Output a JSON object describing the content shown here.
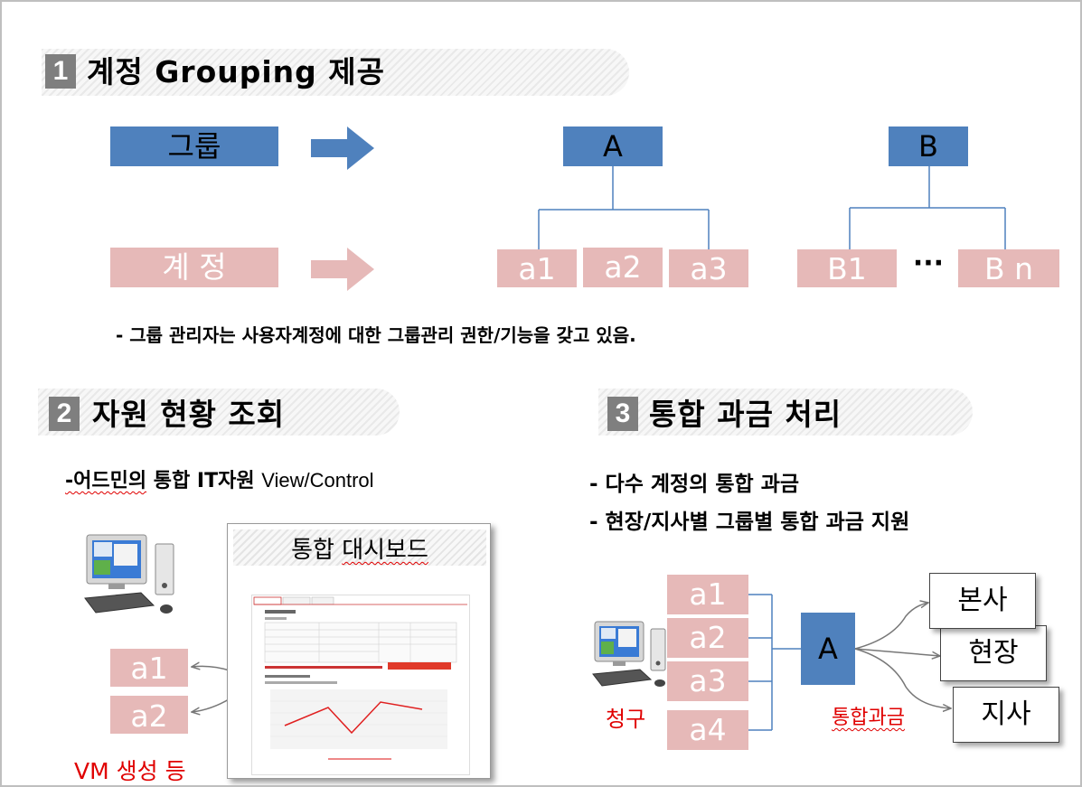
{
  "section1": {
    "num": "1",
    "title": "계정 Grouping  제공",
    "group_label": "그룹",
    "account_label": "계 정",
    "groups": [
      {
        "name": "A",
        "members": [
          "a1",
          "a2",
          "a3"
        ]
      },
      {
        "name": "B",
        "members": [
          "B1",
          "···",
          "B n"
        ]
      }
    ],
    "note": "- 그룹 관리자는 사용자계정에 대한 그룹관리 권한/기능을 갖고 있음."
  },
  "section2": {
    "num": "2",
    "title": "자원 현황 조회",
    "subtitle_part1": "-어드민의",
    "subtitle_part2": " 통합 IT자원 ",
    "subtitle_part3": "View/Control",
    "dashboard_title_part1": "통합 ",
    "dashboard_title_part2": "대시보드",
    "accounts": [
      "a1",
      "a2"
    ],
    "caption": "VM 생성 등"
  },
  "section3": {
    "num": "3",
    "title": "통합 과금 처리",
    "bullets": [
      "- 다수 계정의 통합 과금",
      "- 현장/지사별 그룹별 통합 과금 지원"
    ],
    "accounts": [
      "a1",
      "a2",
      "a3",
      "a4"
    ],
    "group": "A",
    "targets": [
      "본사",
      "현장",
      "지사"
    ],
    "billing_label": "청구",
    "integrated_label": "통합과금"
  },
  "colors": {
    "blue": "#4f81bd",
    "pink": "#e6b9b8",
    "red": "#e00000",
    "number_box": "#7f7f7f"
  }
}
